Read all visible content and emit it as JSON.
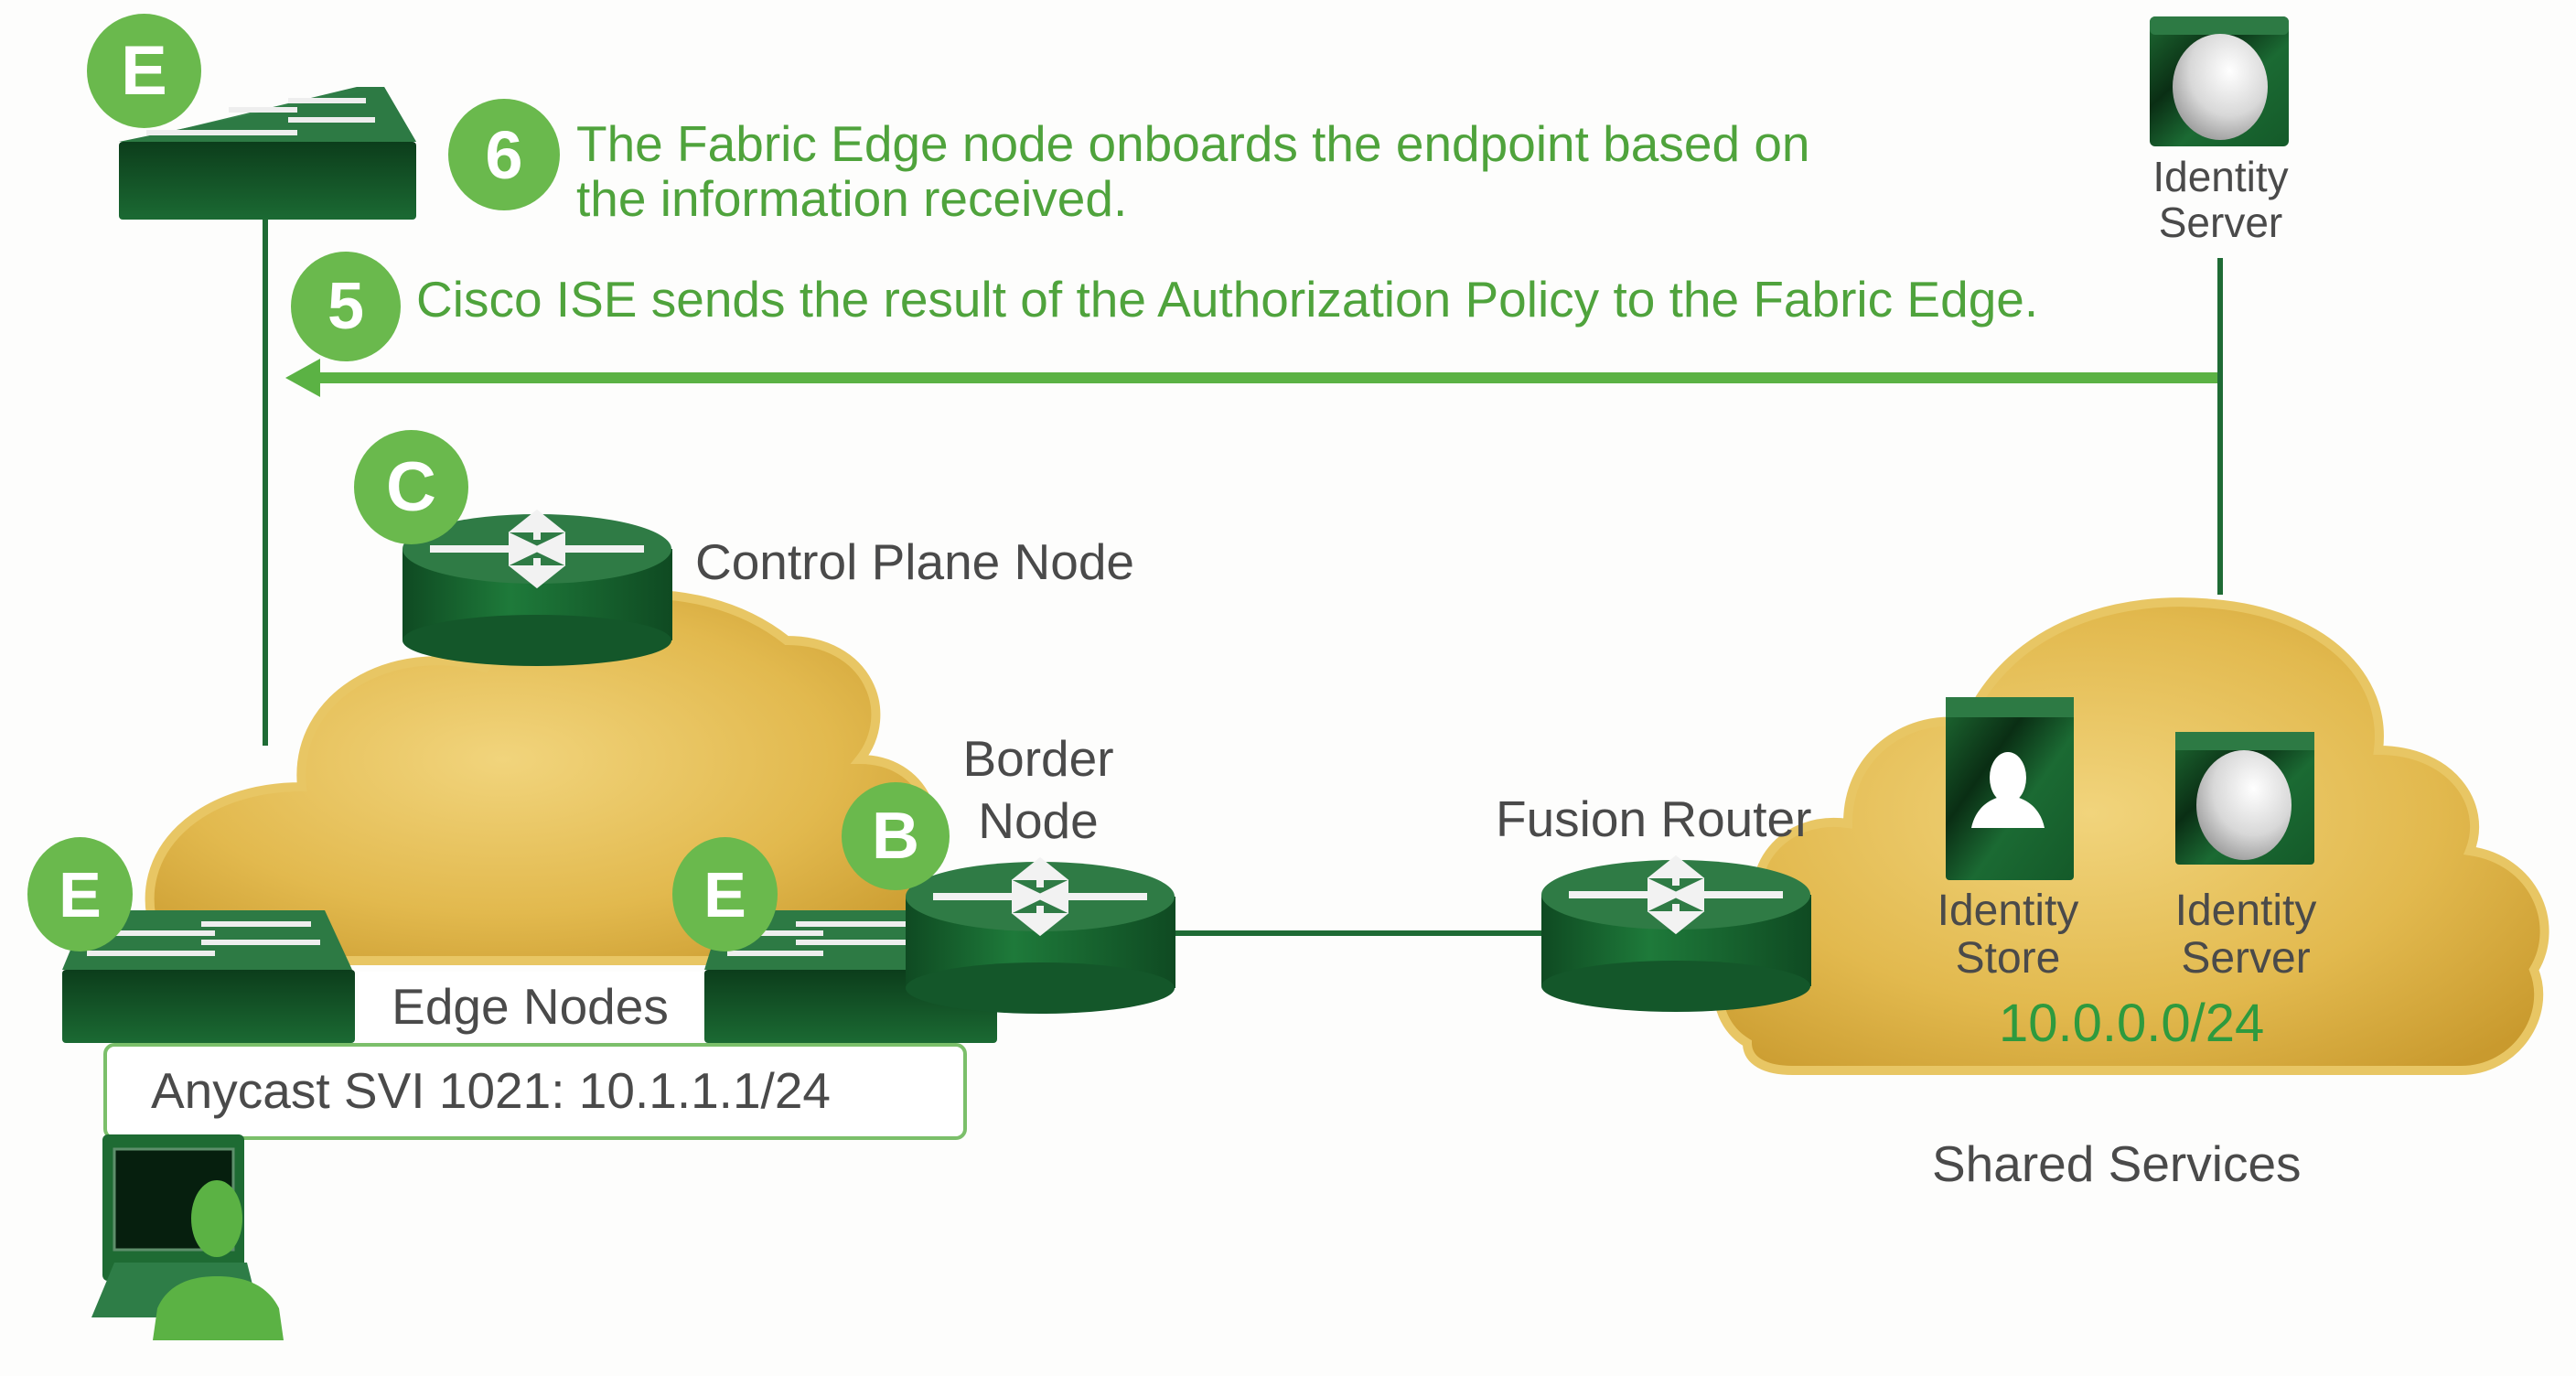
{
  "steps": [
    {
      "number": "6",
      "text_line1": "The Fabric Edge node onboards the endpoint based on",
      "text_line2": "the information received."
    },
    {
      "number": "5",
      "text": "Cisco ISE sends the result of the Authorization Policy to the Fabric Edge."
    }
  ],
  "badges": {
    "edge_top": "E",
    "control": "C",
    "edge_left": "E",
    "edge_right": "E",
    "border": "B"
  },
  "labels": {
    "identity_server_top_line1": "Identity",
    "identity_server_top_line2": "Server",
    "control_plane_node": "Control Plane Node",
    "border_node_line1": "Border",
    "border_node_line2": "Node",
    "fusion_router": "Fusion Router",
    "edge_nodes": "Edge Nodes",
    "anycast_svi": "Anycast SVI 1021: 10.1.1.1/24",
    "identity_store_line1": "Identity",
    "identity_store_line2": "Store",
    "identity_server_cloud_line1": "Identity",
    "identity_server_cloud_line2": "Server",
    "subnet": "10.0.0.0/24",
    "shared_services": "Shared Services"
  },
  "icons": {
    "switch": "switch-icon",
    "router": "router-icon",
    "identity_server": "identity-server-icon",
    "identity_store": "identity-store-icon",
    "endpoint": "laptop-user-icon",
    "cloud": "cloud-icon"
  },
  "colors": {
    "device_green": "#1e6b33",
    "badge_green": "#6ab94d",
    "step_text_green": "#4fa33c",
    "cloud_gold": "#e2b94e",
    "label_gray": "#4a4a4a",
    "link_dark_green": "#1f6b35"
  }
}
